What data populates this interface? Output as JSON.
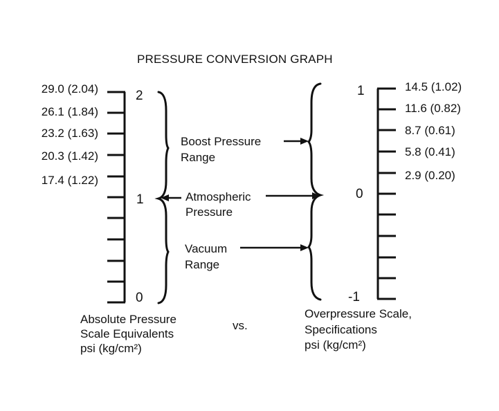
{
  "title": "PRESSURE CONVERSION GRAPH",
  "left_scale": {
    "major_labels": [
      "2",
      "1",
      "0"
    ],
    "psi_labels": [
      "29.0 (2.04)",
      "26.1 (1.84)",
      "23.2 (1.63)",
      "20.3 (1.42)",
      "17.4 (1.22)"
    ],
    "caption_line1": "Absolute Pressure",
    "caption_line2": "Scale Equivalents",
    "caption_line3": "psi (kg/cm²)"
  },
  "right_scale": {
    "major_labels": [
      "1",
      "0",
      "-1"
    ],
    "psi_labels": [
      "14.5 (1.02)",
      "11.6 (0.82)",
      "8.7 (0.61)",
      "5.8 (0.41)",
      "2.9 (0.20)"
    ],
    "caption_line1": "Overpressure Scale,",
    "caption_line2": "Specifications",
    "caption_line3": "psi (kg/cm²)"
  },
  "versus": "vs.",
  "ranges": {
    "boost_line1": "Boost Pressure",
    "boost_line2": "Range",
    "atmospheric_line1": "Atmospheric",
    "atmospheric_line2": "Pressure",
    "vacuum_line1": "Vacuum",
    "vacuum_line2": "Range"
  },
  "colors": {
    "ink": "#111111",
    "background": "#ffffff"
  }
}
